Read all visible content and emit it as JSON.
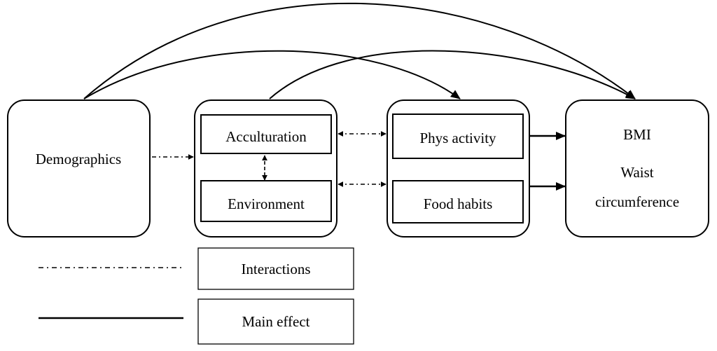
{
  "boxes": {
    "demographics": {
      "label": "Demographics"
    },
    "psychosocial": {
      "acculturation": "Acculturation",
      "environment": "Environment"
    },
    "behaviors": {
      "phys_activity": "Phys activity",
      "food_habits": "Food habits"
    },
    "outcomes": {
      "bmi": "BMI",
      "waist_line1": "Waist",
      "waist_line2": "circumference"
    }
  },
  "legend": {
    "interactions": "Interactions",
    "main_effect": "Main effect"
  }
}
